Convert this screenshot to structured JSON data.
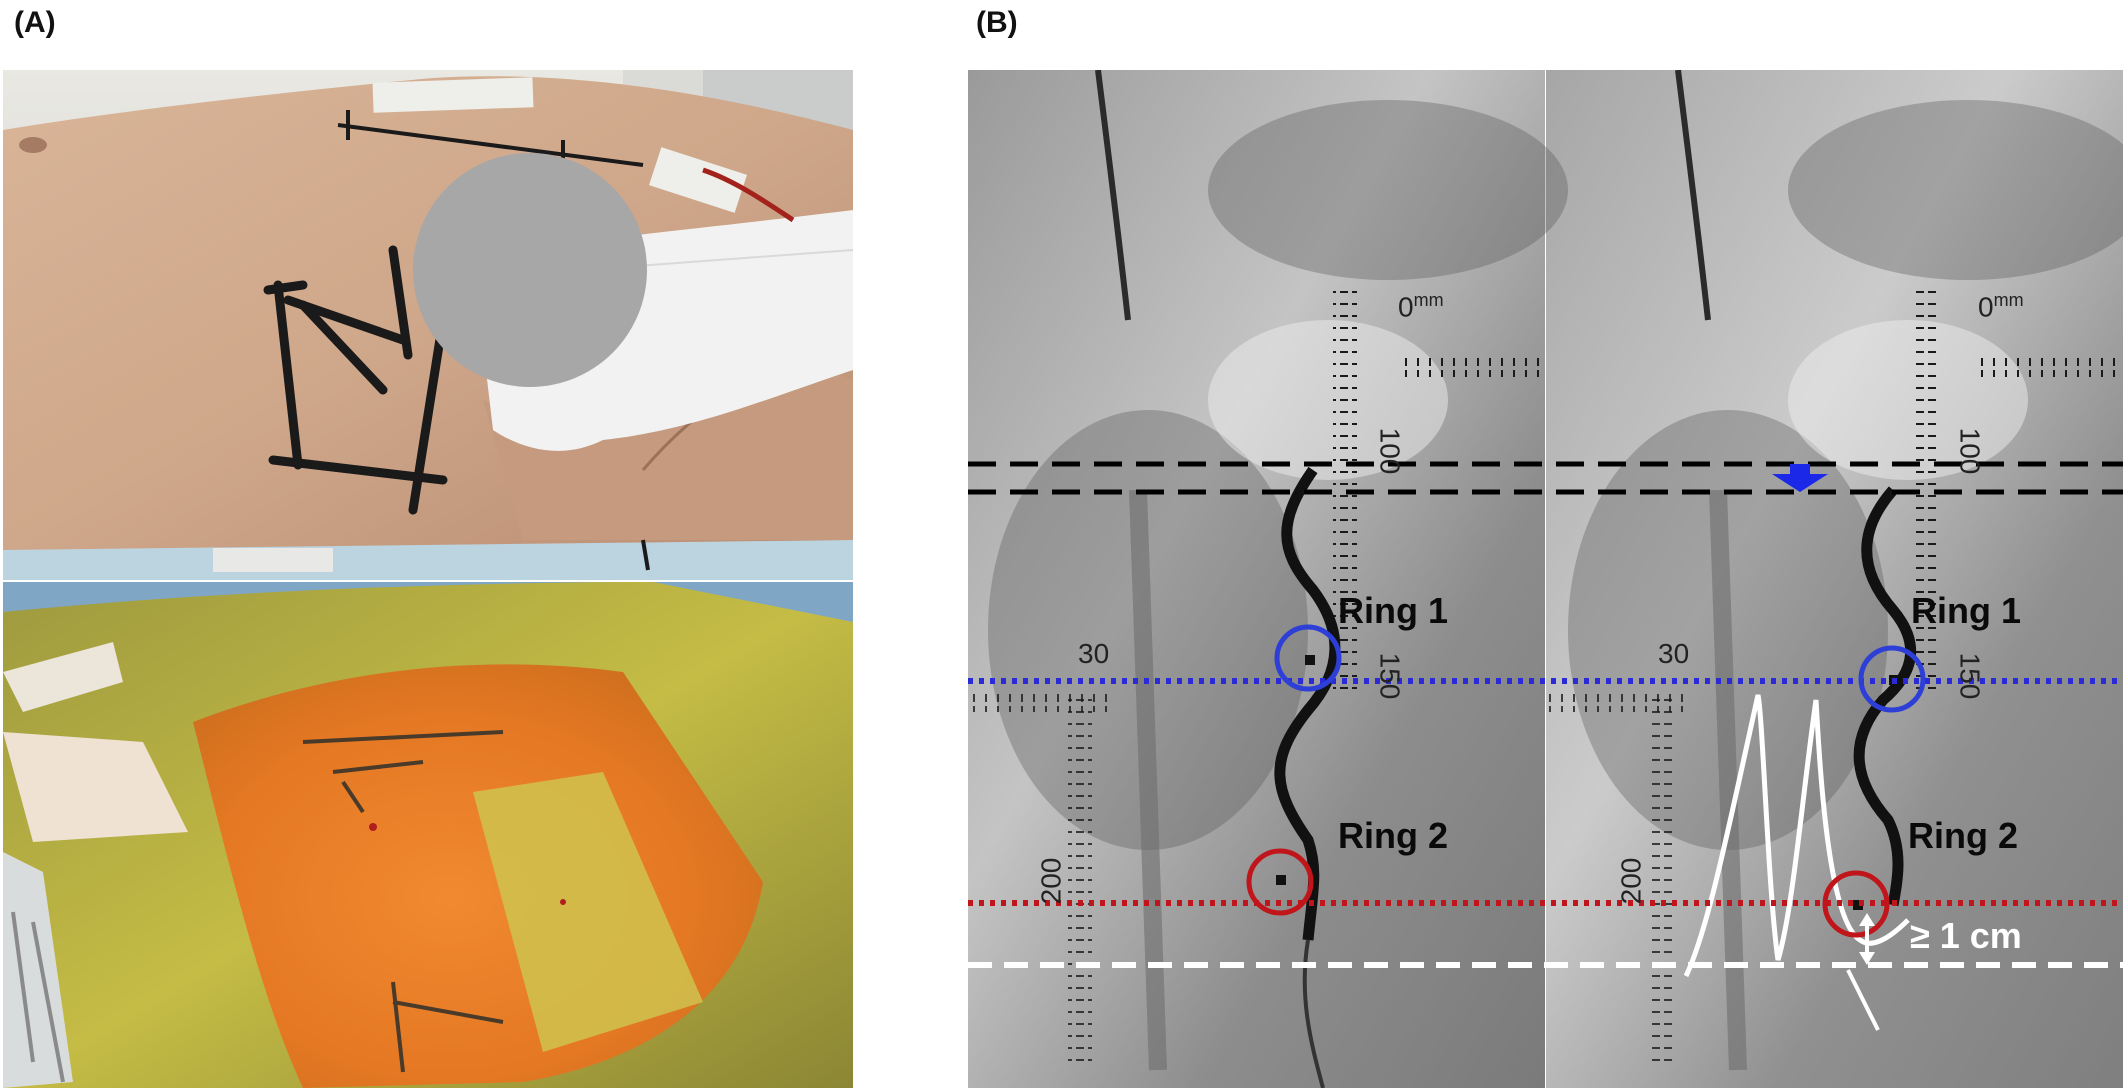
{
  "panels": {
    "a_label": "(A)",
    "b_label": "(B)"
  },
  "fluoroscopy": {
    "left": {
      "ring1_label": "Ring 1",
      "ring2_label": "Ring 2",
      "ruler_zero": "0",
      "ruler_unit": "mm",
      "tick_100": "100",
      "tick_150": "150",
      "tick_30": "30",
      "tick_200": "200"
    },
    "right": {
      "ring1_label": "Ring 1",
      "ring2_label": "Ring 2",
      "ruler_zero": "0",
      "ruler_unit": "mm",
      "tick_100": "100",
      "tick_150": "150",
      "tick_30": "30",
      "tick_200": "200",
      "distance_label": "≥ 1 cm"
    }
  },
  "colors": {
    "ring1": "#2e3fd8",
    "ring2": "#c0151b",
    "black_dashed": "#000000",
    "blue_dotted": "#2a2ad6",
    "red_dotted": "#c0151b",
    "white_dashed": "#ffffff",
    "arrow": "#1c28e8"
  },
  "icons": [
    "blue-down-arrow-icon",
    "double-headed-arrow-icon"
  ]
}
